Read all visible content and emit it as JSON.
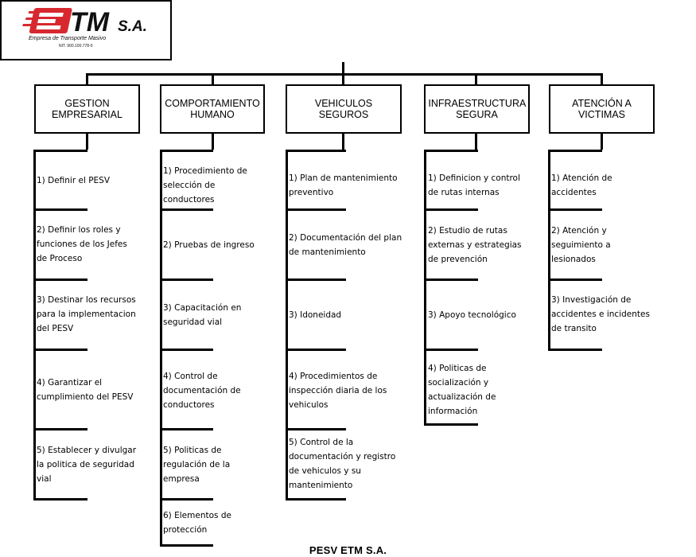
{
  "header": {
    "logo_text": "ETM",
    "logo_suffix": "S.A.",
    "logo_tagline": "Empresa de Transporte Masivo",
    "logo_nit": "NIT. 900.100.778-5",
    "title": "PESV ETM S.A."
  },
  "colors": {
    "brand_red": "#d7282f",
    "line": "#000000"
  },
  "columns": [
    {
      "title": "GESTION EMPRESARIAL",
      "items": [
        "1) Definir el PESV",
        "2) Definir los roles y funciones de los Jefes de Proceso",
        "3) Destinar los recursos para la implementacion del PESV",
        "4) Garantizar el cumplimiento del PESV",
        "5) Establecer y divulgar la politica de seguridad vial"
      ]
    },
    {
      "title": "COMPORTAMIENTO HUMANO",
      "items": [
        "1) Procedimiento de selección de conductores",
        "2) Pruebas de ingreso",
        "3) Capacitación en seguridad vial",
        "4) Control de documentación de conductores",
        "5) Politicas de regulación de la empresa",
        "6) Elementos de protección"
      ]
    },
    {
      "title": "VEHICULOS SEGUROS",
      "items": [
        "1) Plan de mantenimiento preventivo",
        "2) Documentación del plan de mantenimiento",
        "3) Idoneidad",
        "4) Procedimientos de inspección diaria de los vehiculos",
        "5) Control de la documentación y registro de vehiculos y su mantenimiento"
      ]
    },
    {
      "title": "INFRAESTRUCTURA SEGURA",
      "items": [
        "1) Definicion y control de rutas internas",
        "2) Estudio de rutas externas y estrategias de prevención",
        "3) Apoyo tecnológico",
        "4) Politicas de socialización y actualización de información"
      ]
    },
    {
      "title": "ATENCIÓN A VICTIMAS",
      "items": [
        "1) Atención de accidentes",
        "2) Atención y seguimiento a lesionados",
        "3) Investigación de accidentes e incidentes de transito"
      ]
    }
  ]
}
